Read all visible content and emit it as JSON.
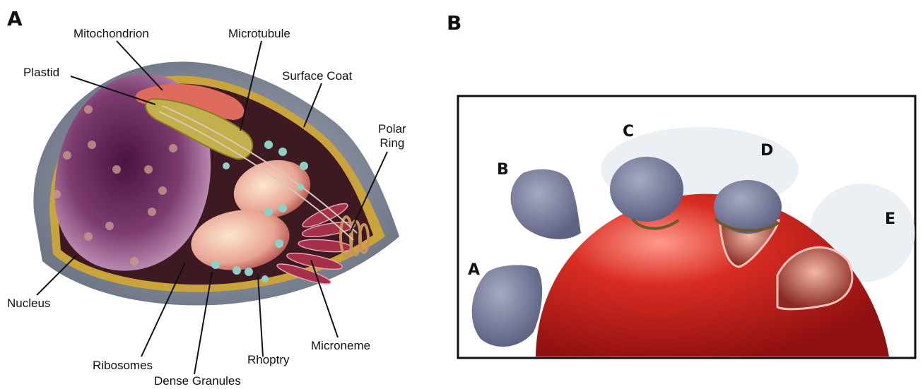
{
  "panel_a": {
    "letter": "A",
    "labels": {
      "mitochondrion": "Mitochondrion",
      "microtubule": "Microtubule",
      "plastid": "Plastid",
      "surface_coat": "Surface Coat",
      "polar_ring": "Polar\nRing",
      "nucleus": "Nucleus",
      "ribosomes": "Ribosomes",
      "dense_granules": "Dense Granules",
      "rhoptry": "Rhoptry",
      "microneme": "Microneme"
    }
  },
  "panel_b": {
    "letter": "B",
    "stages": [
      "A",
      "B",
      "C",
      "D",
      "E"
    ]
  },
  "colors": {
    "coat": "#8f97a6",
    "membrane": "#c9a43a",
    "cytoplasm": "#3d1a22",
    "nucleus": "#7a3b6e",
    "organelle_pink": "#e8a89a",
    "granule": "#8fd0c6",
    "rbc_red": "#c8201c",
    "parasite": "#7b7f99"
  }
}
